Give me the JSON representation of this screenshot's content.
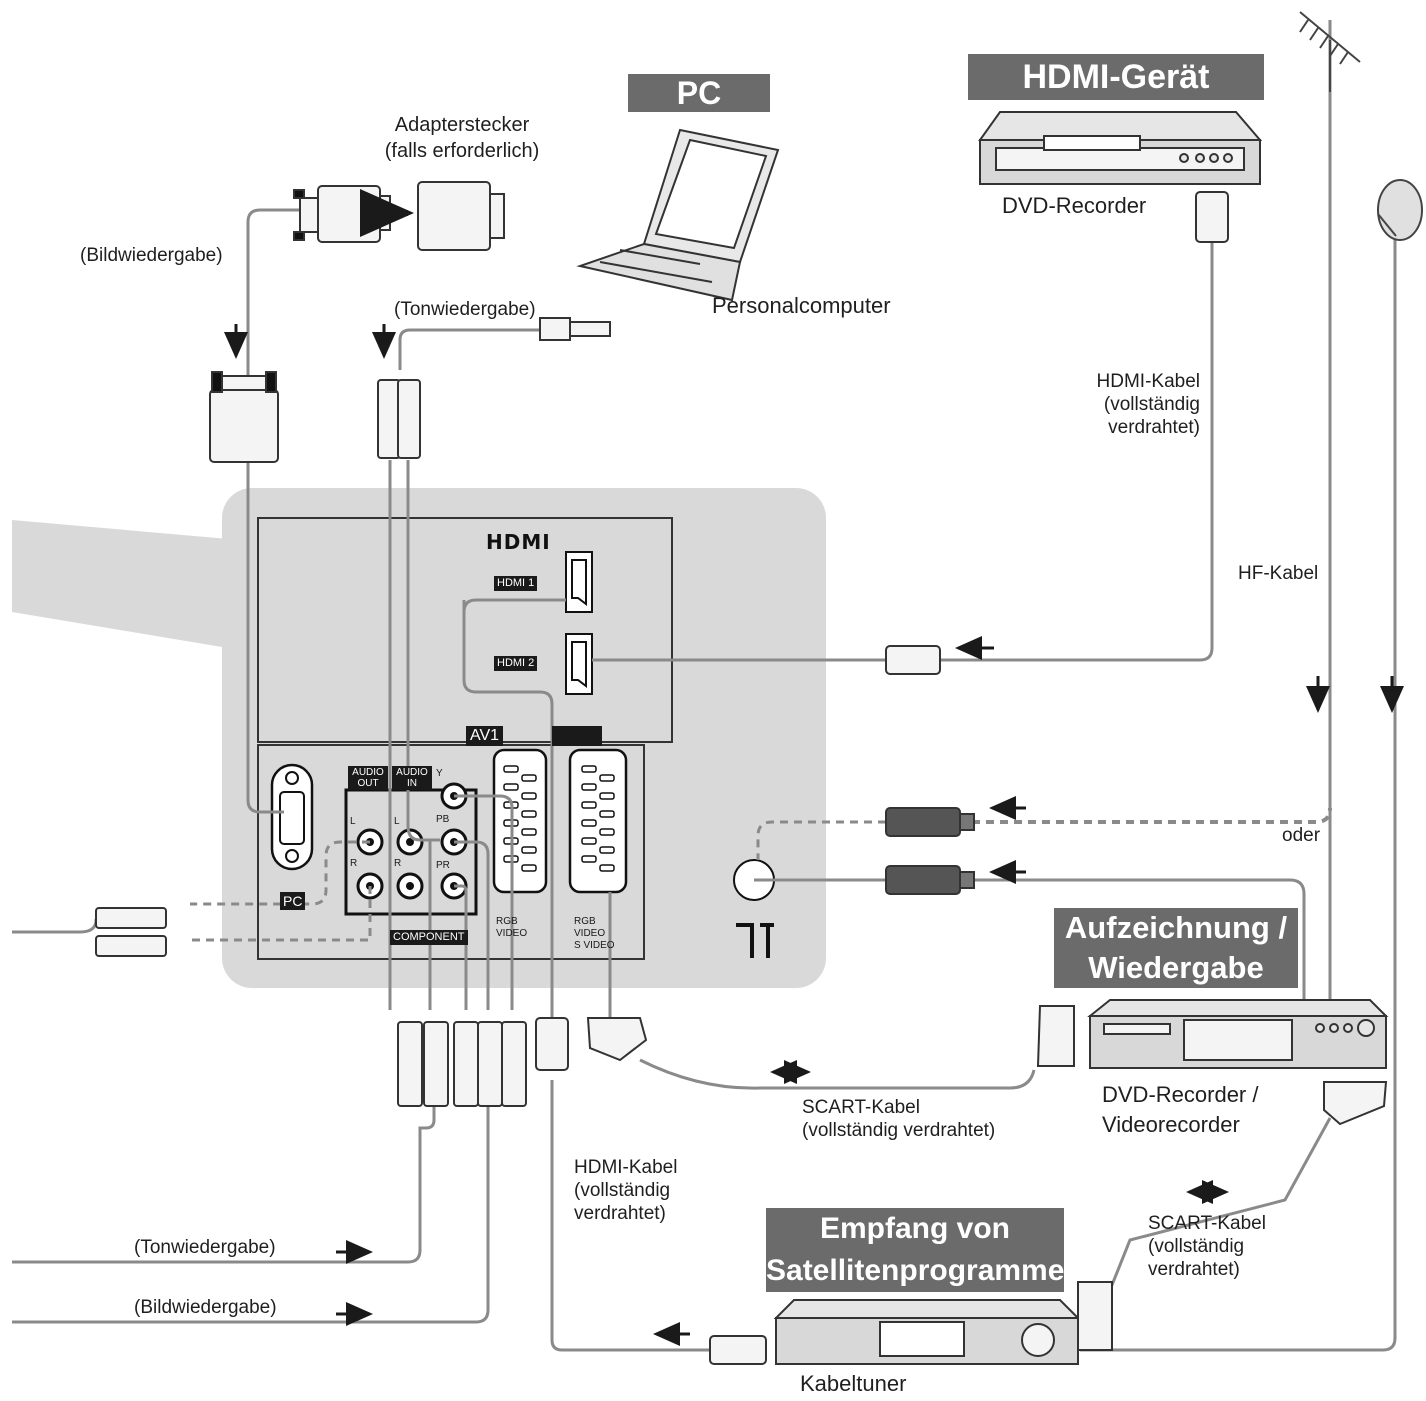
{
  "banners": {
    "pc": "PC",
    "hdmi_device": "HDMI-Gerät",
    "recording": "Aufzeichnung / Wiedergabe",
    "satellite": "Empfang von Satellitenprogrammen"
  },
  "labels": {
    "adapter": "Adapterstecker\n(falls erforderlich)",
    "picture_output_top": "(Bildwiedergabe)",
    "sound_output_top": "(Tonwiedergabe)",
    "personal_computer": "Personalcomputer",
    "dvd_recorder": "DVD-Recorder",
    "hdmi_cable_top": "HDMI-Kabel\n(vollständig\nverdrahtet)",
    "rf_cable": "HF-Kabel",
    "or": "oder",
    "dvd_recorder_vcr": "DVD-Recorder /\nVideorecorder",
    "scart_cable_1": "SCART-Kabel\n(vollständig verdrahtet)",
    "hdmi_cable_bottom": "HDMI-Kabel\n(vollständig\nverdrahtet)",
    "scart_cable_2": "SCART-Kabel\n(vollständig\nverdrahtet)",
    "sound_output_bottom": "(Tonwiedergabe)",
    "picture_output_bottom": "(Bildwiedergabe)",
    "cable_tuner": "Kabeltuner"
  },
  "panel": {
    "hdmi_logo": "HDMI",
    "hdmi1": "HDMI 1",
    "hdmi2": "HDMI 2",
    "av1": "AV1",
    "audio_out": "AUDIO\nOUT",
    "audio_in": "AUDIO\nIN",
    "l1": "L",
    "r1": "R",
    "l2": "L",
    "r2": "R",
    "y": "Y",
    "pb": "PB",
    "pr": "PR",
    "component": "COMPONENT",
    "pc": "PC",
    "av1_signals": "RGB\nVIDEO",
    "av2_signals": "RGB\nVIDEO\nS VIDEO"
  },
  "icons": [
    "tv-panel-icon",
    "laptop-icon",
    "dvd-recorder-icon",
    "dvd-vcr-icon",
    "cable-tuner-icon",
    "antenna-icon",
    "satellite-dish-icon",
    "vga-plug-icon",
    "rca-plug-icon",
    "hdmi-plug-icon",
    "scart-plug-icon",
    "rf-plug-icon",
    "arrow-icon"
  ],
  "colors": {
    "banner": "#6b6b6b",
    "panel": "#d9d9d9",
    "cable": "#8a8a8a",
    "ink": "#1a1a1a"
  }
}
